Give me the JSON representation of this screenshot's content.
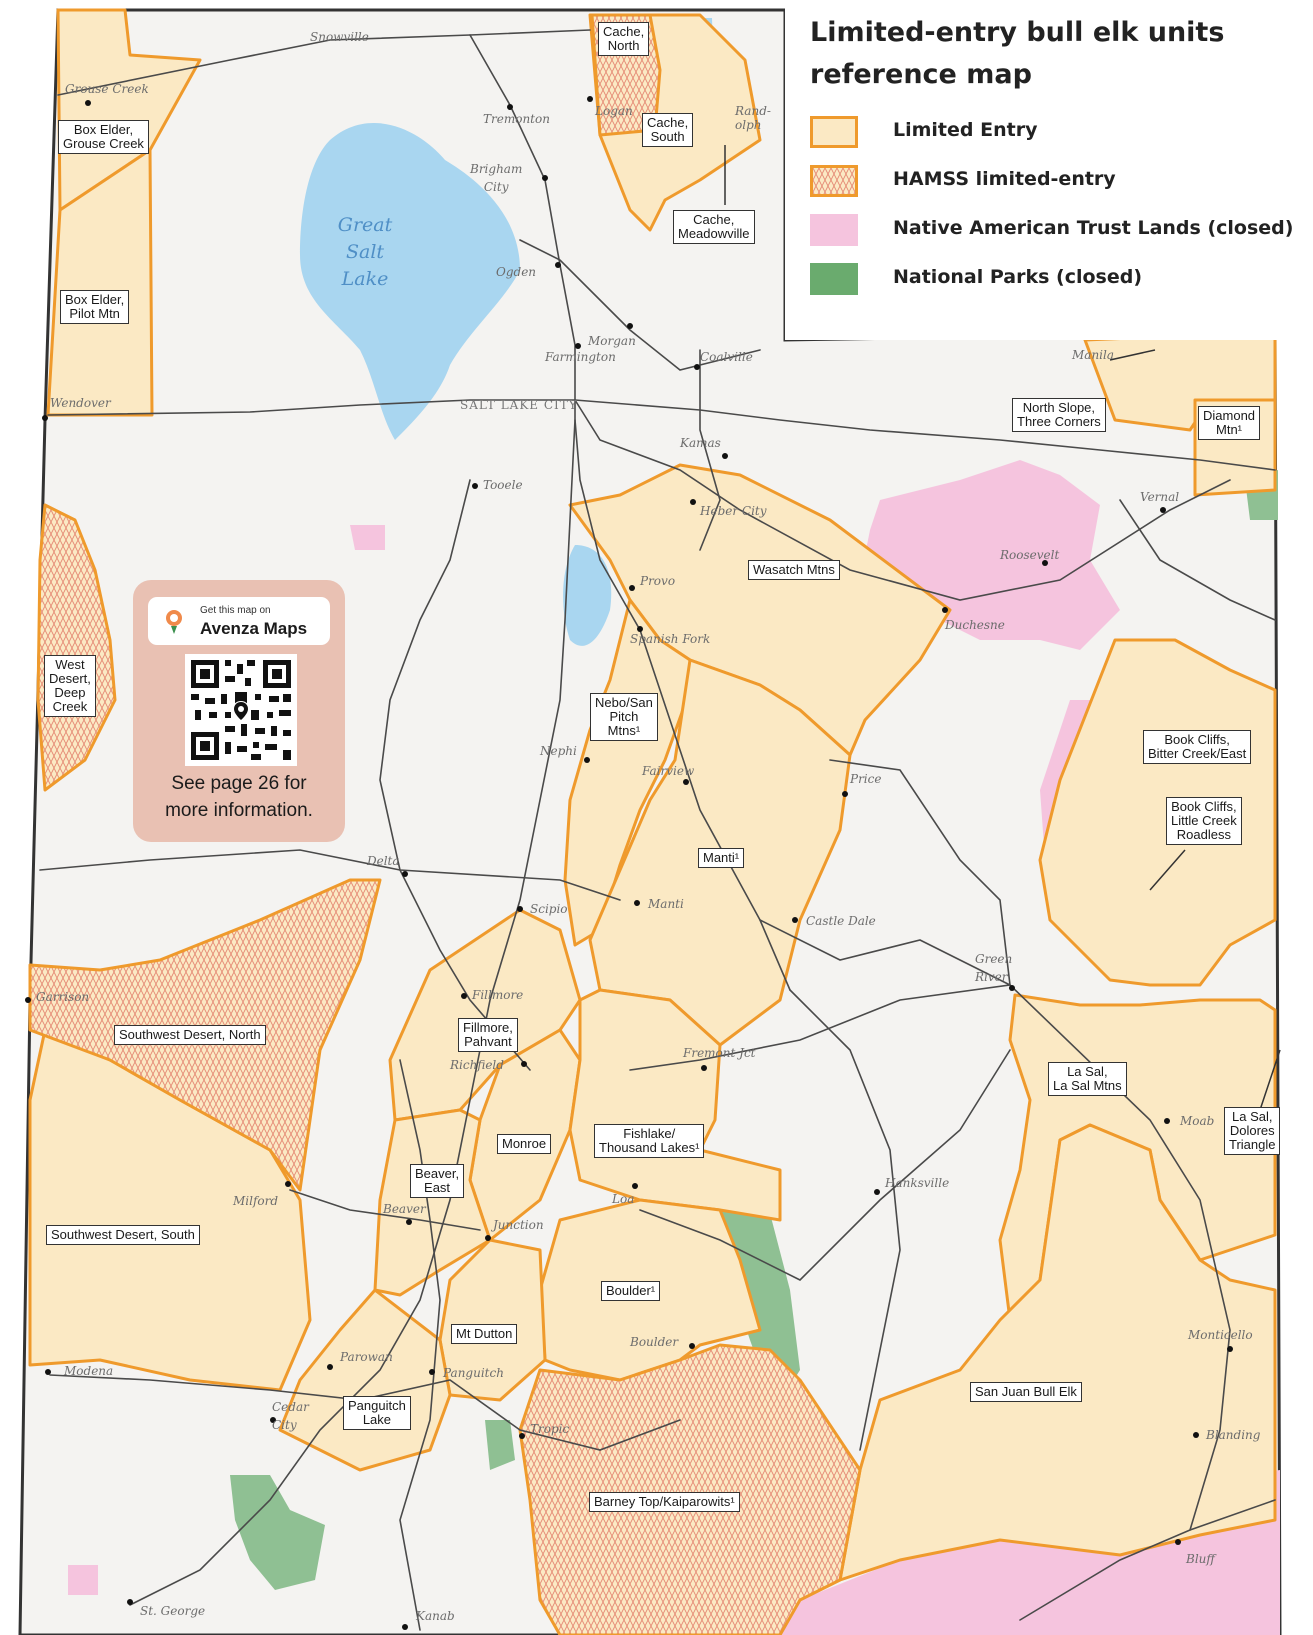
{
  "legend": {
    "title": "Limited-entry bull elk units reference map",
    "items": [
      {
        "label": "Limited Entry",
        "color": "#fbe9c4",
        "stroke": "#ef9a2c",
        "pattern": "none"
      },
      {
        "label": "HAMSS limited-entry",
        "color": "#fbe9c4",
        "stroke": "#ef9a2c",
        "pattern": "crosshatch"
      },
      {
        "label": "Native American Trust Lands (closed)",
        "color": "#f5c4de",
        "pattern": "none"
      },
      {
        "label": "National Parks (closed)",
        "color": "#6aab6e",
        "pattern": "none"
      }
    ]
  },
  "avenza": {
    "get_text": "Get this map on",
    "brand": "Avenza Maps",
    "note": "See page 26 for\nmore information."
  },
  "colors": {
    "limited_entry_fill": "#fbe9c4",
    "unit_boundary": "#ef9a2c",
    "hamss_hatch": "#e58a74",
    "trust_lands": "#f5c4de",
    "national_parks": "#8fc093",
    "water": "#a9d6f0",
    "roads": "#4a4a4a",
    "avenza_panel": "#e9c1b3"
  },
  "water_labels": {
    "great_salt_lake": "Great\nSalt\nLake"
  },
  "city_label_slc": "SALT LAKE CITY",
  "units": [
    {
      "label": "Cache,\nNorth"
    },
    {
      "label": "Cache,\nSouth"
    },
    {
      "label": "Cache,\nMeadowville"
    },
    {
      "label": "Box Elder,\nGrouse Creek"
    },
    {
      "label": "Box Elder,\nPilot Mtn"
    },
    {
      "label": "North Slope,\nThree Corners"
    },
    {
      "label": "Diamond\nMtn¹"
    },
    {
      "label": "Wasatch Mtns"
    },
    {
      "label": "West\nDesert,\nDeep\nCreek"
    },
    {
      "label": "Nebo/San\nPitch\nMtns¹"
    },
    {
      "label": "Book Cliffs,\nBitter Creek/East"
    },
    {
      "label": "Book Cliffs,\nLittle Creek\nRoadless"
    },
    {
      "label": "Manti¹"
    },
    {
      "label": "Southwest Desert, North"
    },
    {
      "label": "Fillmore,\nPahvant"
    },
    {
      "label": "La Sal,\nLa Sal Mtns"
    },
    {
      "label": "La Sal,\nDolores\nTriangle"
    },
    {
      "label": "Monroe"
    },
    {
      "label": "Fishlake/\nThousand Lakes¹"
    },
    {
      "label": "Beaver,\nEast"
    },
    {
      "label": "Southwest Desert, South"
    },
    {
      "label": "Boulder¹"
    },
    {
      "label": "Mt Dutton"
    },
    {
      "label": "San Juan Bull Elk"
    },
    {
      "label": "Panguitch\nLake"
    },
    {
      "label": "Barney Top/Kaiparowits¹"
    }
  ],
  "towns": [
    "Snowville",
    "Grouse Creek",
    "Tremonton",
    "Logan",
    "Rand-\nolph",
    "Brigham\nCity",
    "Ogden",
    "Morgan",
    "Farmington",
    "Coalville",
    "Wendover",
    "Manila",
    "Kamas",
    "Tooele",
    "Heber City",
    "Vernal",
    "Roosevelt",
    "Provo",
    "Spanish Fork",
    "Duchesne",
    "Nephi",
    "Fairview",
    "Price",
    "Delta",
    "Manti",
    "Scipio",
    "Castle Dale",
    "Green\nRiver",
    "Fillmore",
    "Garrison",
    "Richfield",
    "Fremont Jct",
    "Moab",
    "Milford",
    "Beaver",
    "Junction",
    "Loa",
    "Hanksville",
    "Parowan",
    "Panguitch",
    "Boulder",
    "Monticello",
    "Modena",
    "Cedar\nCity",
    "Tropic",
    "Blanding",
    "Bluff",
    "St. George",
    "Kanab"
  ]
}
